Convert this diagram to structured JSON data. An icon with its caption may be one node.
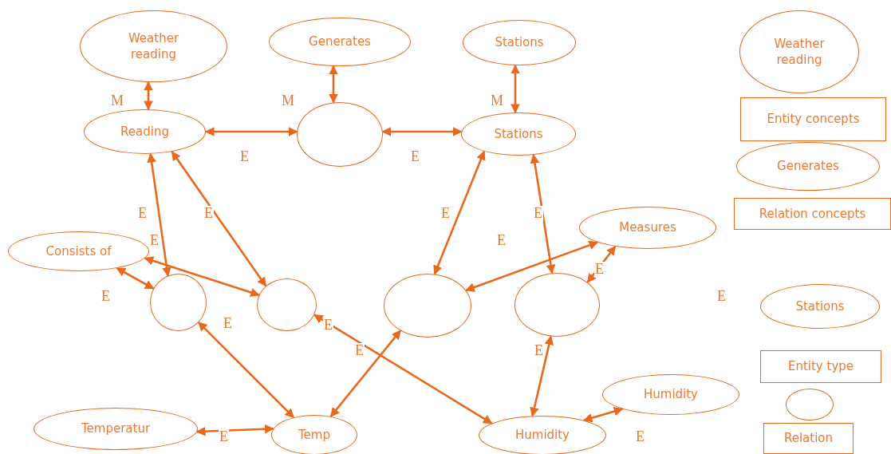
{
  "diagram": {
    "nodes": [
      {
        "text": [
          "Weather reading"
        ]
      },
      {
        "text": [
          "Generates"
        ]
      },
      {
        "text": [
          "Stations"
        ]
      },
      {
        "text": [
          "Reading"
        ]
      },
      {
        "text": [],
        "shape": "circle"
      },
      {
        "text": [
          "Stations"
        ]
      },
      {
        "text": [
          "Consists of"
        ]
      },
      {
        "text": [],
        "shape": "circle"
      },
      {
        "text": [],
        "shape": "circle"
      },
      {
        "text": [],
        "shape": "circle"
      },
      {
        "text": [],
        "shape": "circle"
      },
      {
        "text": [
          "Measures"
        ]
      },
      {
        "text": [
          "Temperatur"
        ]
      },
      {
        "text": [
          "Temp"
        ]
      },
      {
        "text": [
          "Humidity"
        ]
      },
      {
        "text": [
          "Humidity"
        ]
      },
      {
        "text": [
          "Weather reading"
        ]
      },
      {
        "text": [
          "Entity concepts"
        ]
      },
      {
        "text": [
          "Generates"
        ]
      },
      {
        "text": [
          "Relation concepts"
        ]
      },
      {
        "text": [
          "Stations"
        ]
      },
      {
        "text": [
          "Entity type"
        ]
      },
      {
        "text": [],
        "shape": "circle"
      },
      {
        "text": [
          "Relation"
        ]
      }
    ],
    "edges": [
      {
        "from": 0,
        "to": 3,
        "arrow": "both",
        "label": "M"
      },
      {
        "from": 1,
        "to": 4,
        "arrow": "both",
        "label": "M"
      },
      {
        "from": 2,
        "to": 5,
        "arrow": "both",
        "label": "M"
      },
      {
        "from": 3,
        "to": 4,
        "arrow": "both",
        "label": "E"
      },
      {
        "from": 4,
        "to": 5,
        "arrow": "both",
        "label": "E"
      },
      {
        "from": 3,
        "to": 7,
        "arrow": "both",
        "label": "E"
      },
      {
        "from": 3,
        "to": 8,
        "arrow": "both",
        "label": "E"
      },
      {
        "from": 6,
        "to": 8,
        "arrow": "both",
        "label": "E"
      },
      {
        "from": 6,
        "to": 7,
        "arrow": "both",
        "label": "E"
      },
      {
        "from": 7,
        "to": 13,
        "arrow": "both",
        "label": "E"
      },
      {
        "from": 8,
        "to": 14,
        "arrow": "both",
        "label": "E"
      },
      {
        "from": 5,
        "to": 9,
        "arrow": "both",
        "label": "E"
      },
      {
        "from": 5,
        "to": 10,
        "arrow": "both",
        "label": "E"
      },
      {
        "from": 11,
        "to": 9,
        "arrow": "both",
        "label": "E"
      },
      {
        "from": 11,
        "to": 10,
        "arrow": "both",
        "label": "E"
      },
      {
        "from": 9,
        "to": 13,
        "arrow": "both",
        "label": "E"
      },
      {
        "from": 10,
        "to": 14,
        "arrow": "both",
        "label": "E"
      },
      {
        "from": 14,
        "to": 15,
        "arrow": "both",
        "label": "E"
      },
      {
        "from": 12,
        "to": 13,
        "arrow": "both",
        "label": "E"
      }
    ],
    "labels": [
      "E"
    ]
  }
}
